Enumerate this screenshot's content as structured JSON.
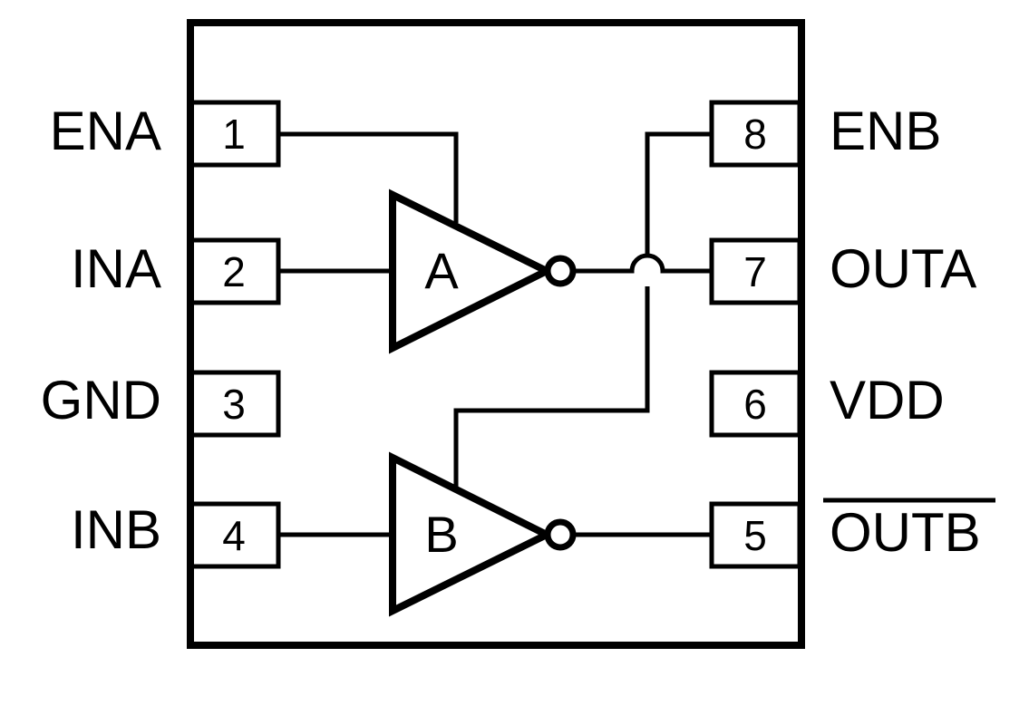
{
  "pins": [
    {
      "number": "1",
      "name": "ENA"
    },
    {
      "number": "2",
      "name": "INA"
    },
    {
      "number": "3",
      "name": "GND"
    },
    {
      "number": "4",
      "name": "INB"
    },
    {
      "number": "5",
      "name": "OUTB"
    },
    {
      "number": "6",
      "name": "VDD"
    },
    {
      "number": "7",
      "name": "OUTA"
    },
    {
      "number": "8",
      "name": "ENB"
    }
  ],
  "gates": [
    {
      "label": "A"
    },
    {
      "label": "B"
    }
  ],
  "colors": {
    "ink": "#000000",
    "background": "#ffffff"
  }
}
